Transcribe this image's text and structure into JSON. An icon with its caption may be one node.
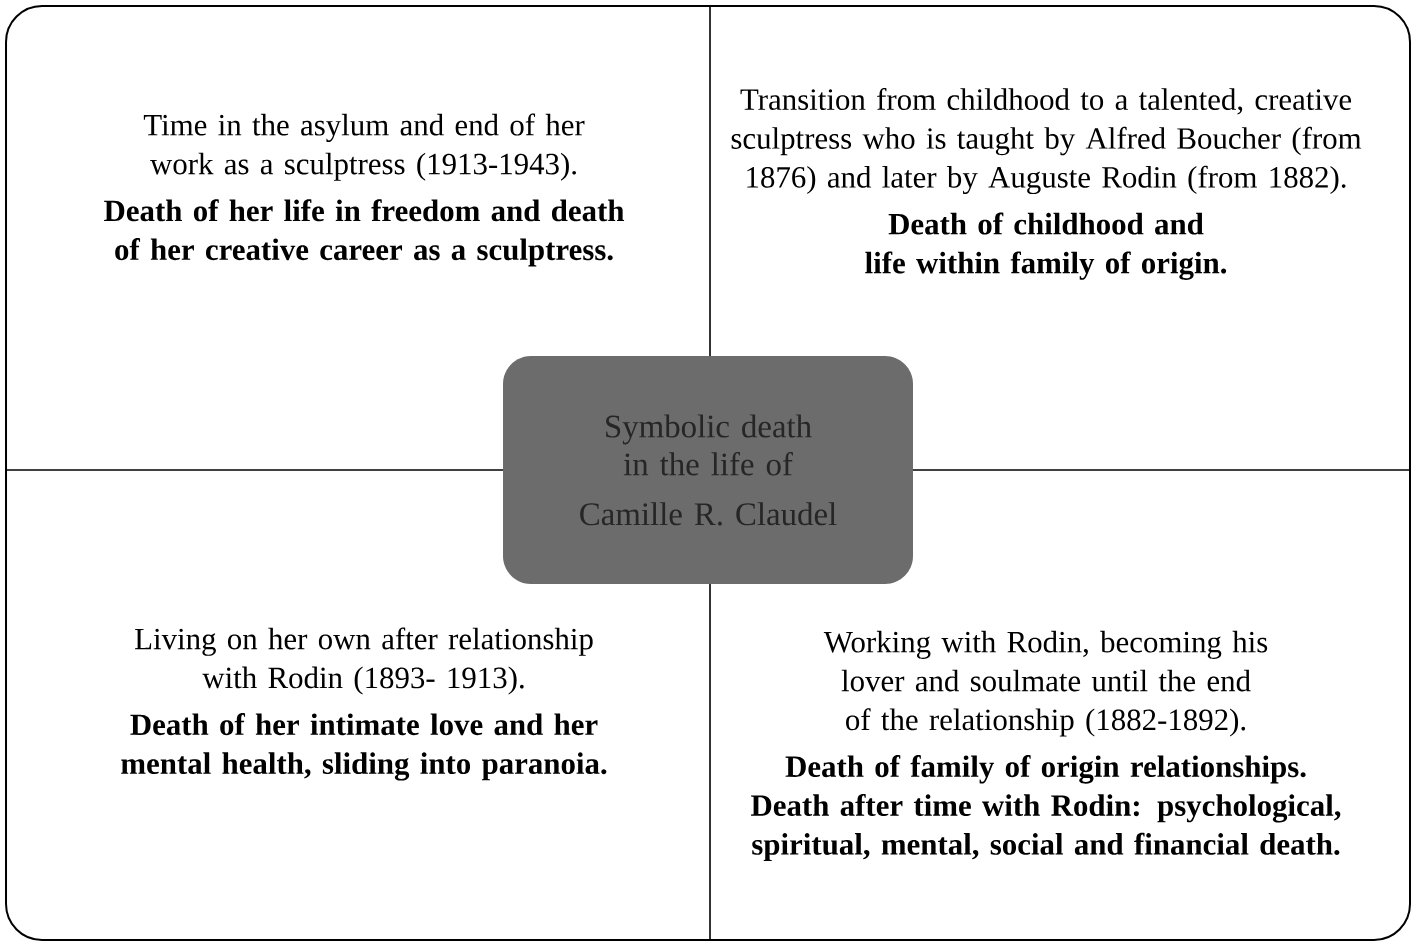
{
  "diagram": {
    "nodes": [
      {
        "text": [
          "Time in the asylum and end of her work as a sculptress (1913-1943).",
          "Death of her life in freedom and death of her creative career as a sculptress."
        ]
      },
      {
        "text": [
          "Transition from childhood to a talented, creative sculptress who is taught by Alfred Boucher (from 1876)  and later by Auguste Rodin (from 1882).",
          "Death of childhood and life within family of origin."
        ]
      },
      {
        "text": [
          "Symbolic death in the life of",
          "Camille R. Claudel"
        ]
      },
      {
        "text": [
          "Living on her own after relationship with Rodin (1893- 1913).",
          "Death of her intimate love and her mental health, sliding into paranoia."
        ]
      },
      {
        "text": [
          "Working with Rodin, becoming his lover and soulmate until the end of the relationship (1882-1892).",
          "Death of family of origin relationships. Death after time with Rodin: psychological, spiritual, mental, social and financial death."
        ]
      }
    ],
    "edges": []
  }
}
